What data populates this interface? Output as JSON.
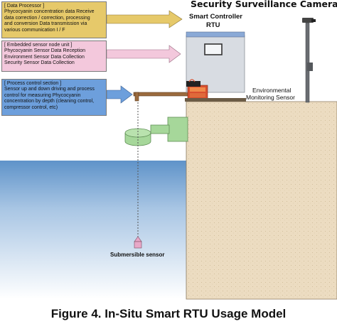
{
  "camera_title": "Security Surveillance Camera",
  "rtu_label": {
    "line1": "Smart Controller",
    "line2": "RTU"
  },
  "env_sensor_label": {
    "line1": "Environmental",
    "line2": "Monitoring Sensor"
  },
  "submersible_label": "Submersible sensor",
  "figure_caption": "Figure 4. In-Situ Smart RTU Usage Model",
  "callouts": [
    {
      "title": "[ Data Processor ]",
      "lines": [
        "Phycocyanin concentration data Receive",
        "data correction / correction, processing",
        "and conversion Data transmission via",
        "various communication I / F"
      ],
      "fill": "#e6c96a",
      "arrow": "#e6c96a"
    },
    {
      "title": "[ Embedded sensor node unit ]",
      "lines": [
        "Phycocyanin Sensor Data Reception",
        "Environment Sensor Data Collection",
        "Security Sensor Data Collection"
      ],
      "fill": "#f3c8dc",
      "arrow": "#f3c8dc"
    },
    {
      "title": "[ Process control section ]",
      "lines": [
        "Sensor up and down driving and process",
        "control for measuring Phycocyanin",
        "concentration by depth (cleaning control,",
        "compressor control, etc)"
      ],
      "fill": "#6d9fdc",
      "arrow": "#6d9fdc"
    }
  ],
  "colors": {
    "water": "#6f9fcf",
    "ground": "#ecdcc1",
    "rtu_body": "#d8dce2",
    "rtu_top": "#8aa9d6",
    "float": "#a6d79a",
    "arm": "#9b6b3e",
    "controller_box": "#c9342a"
  },
  "icons": {
    "camera": "cctv-camera-icon",
    "sensor": "submersible-sensor-icon"
  }
}
